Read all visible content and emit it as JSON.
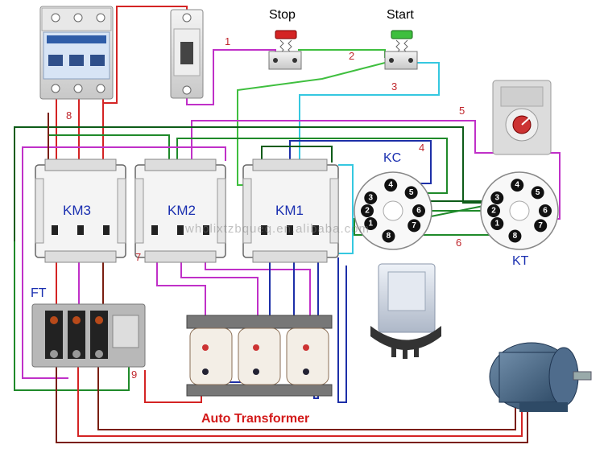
{
  "labels": {
    "stop": "Stop",
    "start": "Start",
    "km3": "KM3",
    "km2": "KM2",
    "km1": "KM1",
    "kc": "KC",
    "kt": "KT",
    "ft": "FT",
    "auto_transformer": "Auto Transformer",
    "watermark": "wholixtzbqueq.en.alibaba.com"
  },
  "wire_numbers": {
    "w1": "1",
    "w2": "2",
    "w3": "3",
    "w4": "4",
    "w5": "5",
    "w6": "6",
    "w7": "7",
    "w8": "8",
    "w9": "9"
  },
  "kc_pins": [
    "1",
    "2",
    "3",
    "4",
    "5",
    "6",
    "7",
    "8"
  ],
  "kt_pins": [
    "1",
    "2",
    "3",
    "4",
    "5",
    "6",
    "7",
    "8"
  ],
  "colors": {
    "red": "#d42424",
    "purple": "#c030c8",
    "green": "#1f8a2a",
    "darkgreen": "#0d5c18",
    "cyan": "#35c8e0",
    "blue": "#1d2fa8",
    "brown": "#7a1e10",
    "lime": "#3fbf3f",
    "label_blue": "#1a2fb0",
    "label_red": "#c0272d"
  }
}
